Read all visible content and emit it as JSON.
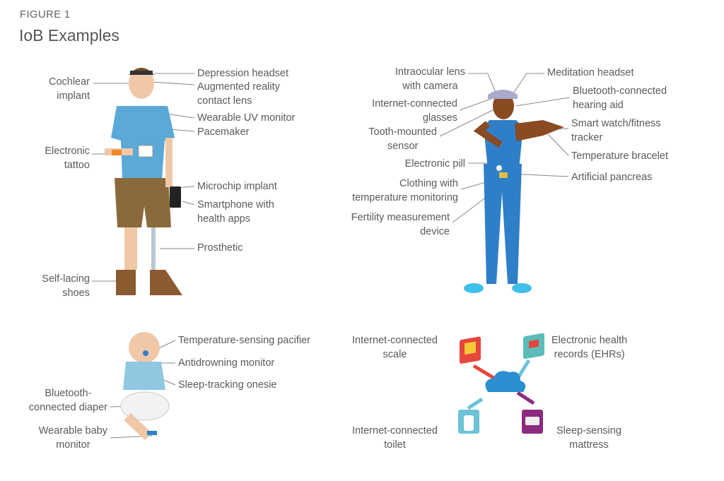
{
  "figure_label": "FIGURE 1",
  "title": "IoB Examples",
  "man": {
    "cochlear": [
      "Cochlear",
      "implant"
    ],
    "depression": "Depression headset",
    "ar_lens": [
      "Augmented reality",
      "contact lens"
    ],
    "uv": "Wearable UV monitor",
    "pacemaker": "Pacemaker",
    "tattoo": [
      "Electronic",
      "tattoo"
    ],
    "microchip": "Microchip implant",
    "smartphone": [
      "Smartphone with",
      "health apps"
    ],
    "prosthetic": "Prosthetic",
    "shoes": [
      "Self-lacing",
      "shoes"
    ]
  },
  "woman": {
    "intraocular": [
      "Intraocular lens",
      "with camera"
    ],
    "glasses": [
      "Internet-connected",
      "glasses"
    ],
    "tooth": [
      "Tooth-mounted",
      "sensor"
    ],
    "pill": "Electronic pill",
    "clothing": [
      "Clothing with",
      "temperature monitoring"
    ],
    "fertility": [
      "Fertility measurement",
      "device"
    ],
    "meditation": "Meditation headset",
    "hearing": [
      "Bluetooth-connected",
      "hearing aid"
    ],
    "watch": [
      "Smart watch/fitness",
      "tracker"
    ],
    "bracelet": "Temperature bracelet",
    "pancreas": "Artificial pancreas"
  },
  "baby": {
    "pacifier": "Temperature-sensing pacifier",
    "antidrowning": "Antidrowning monitor",
    "onesie": "Sleep-tracking onesie",
    "diaper": [
      "Bluetooth-",
      "connected diaper"
    ],
    "monitor": [
      "Wearable baby",
      "monitor"
    ]
  },
  "devices": {
    "scale": [
      "Internet-connected",
      "scale"
    ],
    "ehr": [
      "Electronic health",
      "records (EHRs)"
    ],
    "toilet": [
      "Internet-connected",
      "toilet"
    ],
    "mattress": [
      "Sleep-sensing",
      "mattress"
    ]
  },
  "colors": {
    "scale": "#e8453c",
    "ehr": "#5bbcb8",
    "toilet": "#6cc3d8",
    "mattress": "#8c2a7f",
    "cloud": "#2a8fd0",
    "woman": "#2f7fc8"
  }
}
